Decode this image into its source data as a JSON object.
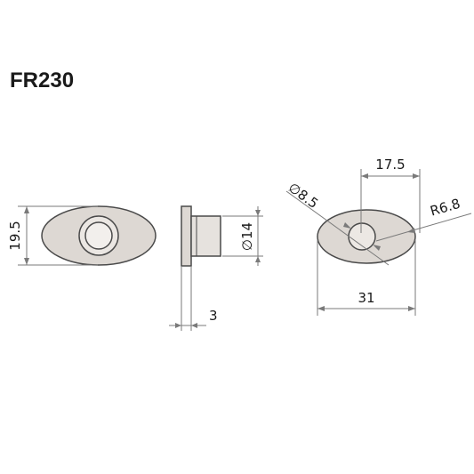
{
  "title": "FR230",
  "dimensions": {
    "height_19_5": "19.5",
    "flange_3": "3",
    "dia_14": "∅14",
    "span_17_5": "17.5",
    "hole_dia_8_5": "∅8.5",
    "radius_6_8": "R6.8",
    "length_31": "31"
  },
  "colors": {
    "part_fill": "#ddd8d3",
    "outline": "#4a4a4a",
    "dimension_line": "#7a7a7a"
  }
}
